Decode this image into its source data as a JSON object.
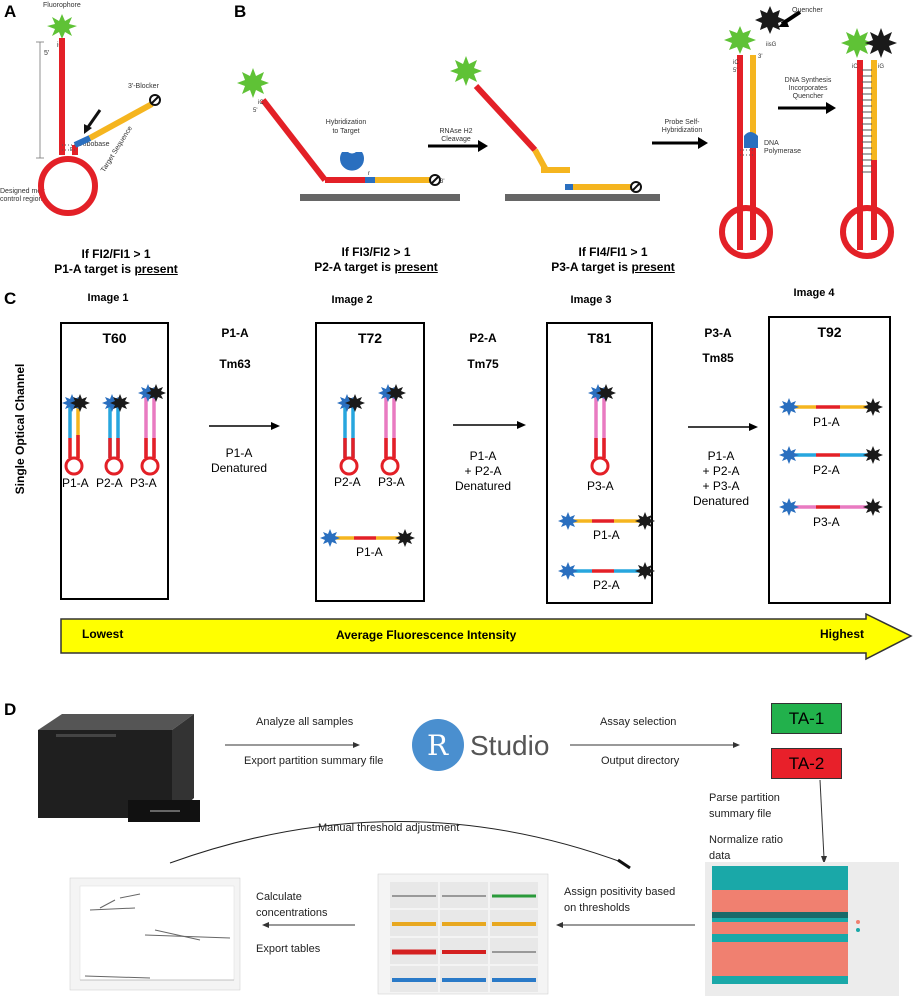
{
  "panels": {
    "a": "A",
    "b": "B",
    "c": "C",
    "d": "D"
  },
  "panel_a": {
    "fluorophore": "Fluorophore",
    "ic": "iC",
    "five_prime": "5'",
    "three_prime": "3'",
    "designed_melt_line1": "Designed melt",
    "designed_melt_line2": "control region",
    "ribobase": "Ribobase",
    "blocker": "3'-Blocker",
    "target_sequence": "Target Sequence",
    "r": "r"
  },
  "panel_b": {
    "hybridization_line1": "Hybridization",
    "hybridization_line2": "to Target",
    "rnase_line1": "RNAse H2",
    "rnase_line2": "Cleavage",
    "self_hyb_line1": "Probe Self-",
    "self_hyb_line2": "Hybridization",
    "quencher": "Quencher",
    "isog": "iisG",
    "dna_polymerase_line1": "DNA",
    "dna_polymerase_line2": "Polymerase",
    "synthesis_line1": "DNA Synthesis",
    "synthesis_line2": "Incorporates",
    "synthesis_line3": "Quencher",
    "ic": "iC",
    "ig": "iG",
    "five_prime": "5'",
    "three_prime": "3'",
    "r": "r"
  },
  "conditions": [
    {
      "line1": "If FI2/FI1 > 1",
      "prefix": "P1-A target is ",
      "emph": "present"
    },
    {
      "line1": "If FI3/FI2 > 1",
      "prefix": "P2-A target is ",
      "emph": "present"
    },
    {
      "line1": "If FI4/FI1 > 1",
      "prefix": "P3-A target is ",
      "emph": "present"
    }
  ],
  "panel_c": {
    "side_label": "Single Optical Channel",
    "images": [
      "Image 1",
      "Image 2",
      "Image 3",
      "Image 4"
    ],
    "temps": [
      "T60",
      "T72",
      "T81",
      "T92"
    ],
    "probes": [
      {
        "name": "P1-A",
        "tm": "Tm63"
      },
      {
        "name": "P2-A",
        "tm": "Tm75"
      },
      {
        "name": "P3-A",
        "tm": "Tm85"
      }
    ],
    "denatured": [
      [
        "P1-A",
        "Denatured"
      ],
      [
        "P1-A",
        "+ P2-A",
        "Denatured"
      ],
      [
        "P1-A",
        "+ P2-A",
        "+ P3-A",
        "Denatured"
      ]
    ],
    "box1_labels": [
      "P1-A",
      "P2-A",
      "P3-A"
    ],
    "box2_hairpins": [
      "P2-A",
      "P3-A"
    ],
    "box2_linear": [
      "P1-A"
    ],
    "box3_hairpins": [
      "P3-A"
    ],
    "box3_linear": [
      "P1-A",
      "P2-A"
    ],
    "box4_linear": [
      "P1-A",
      "P2-A",
      "P3-A"
    ],
    "gradient_lowest": "Lowest",
    "gradient_middle": "Average Fluorescence Intensity",
    "gradient_highest": "Highest"
  },
  "panel_d": {
    "analyze": "Analyze all samples",
    "export_partition": "Export partition summary file",
    "r_letter": "R",
    "studio": "Studio",
    "assay_selection": "Assay selection",
    "output_directory": "Output directory",
    "ta1": "TA-1",
    "ta2": "TA-2",
    "ta1_color": "#22b14c",
    "ta2_color": "#e8202a",
    "parse_line1": "Parse partition",
    "parse_line2": "summary file",
    "normalize_line1": "Normalize ratio",
    "normalize_line2": "data",
    "manual_threshold": "Manual threshold adjustment",
    "assign_line1": "Assign positivity based",
    "assign_line2": "on thresholds",
    "calculate_line1": "Calculate",
    "calculate_line2": "concentrations",
    "export_tables": "Export tables"
  },
  "colors": {
    "stem_red": "#e32027",
    "target_yellow": "#f5b51f",
    "probe_blue": "#27a6de",
    "probe_pink": "#e97ac1",
    "fluor_green": "#5fc236",
    "quencher_black": "#1a1a1a",
    "gradient_yellow": "#ffff00"
  }
}
